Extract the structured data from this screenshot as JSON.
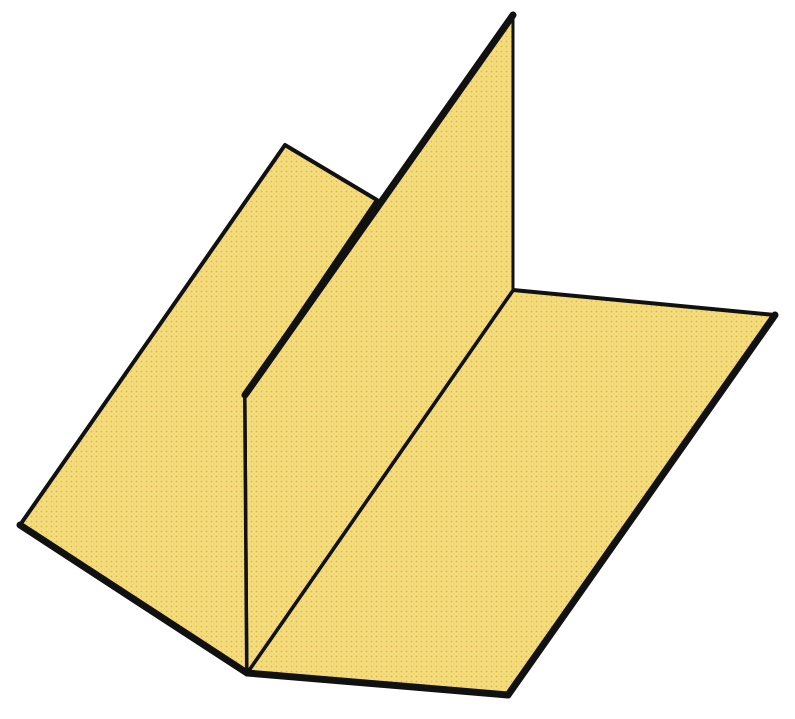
{
  "figure": {
    "panels": [
      {
        "id": "left-panel"
      },
      {
        "id": "vertical-panel"
      },
      {
        "id": "right-panel"
      }
    ]
  },
  "colors": {
    "background": "#ffffff",
    "panel_fill": "#f5dc7c",
    "panel_dot": "#d9b94a",
    "edge": "#111111"
  }
}
